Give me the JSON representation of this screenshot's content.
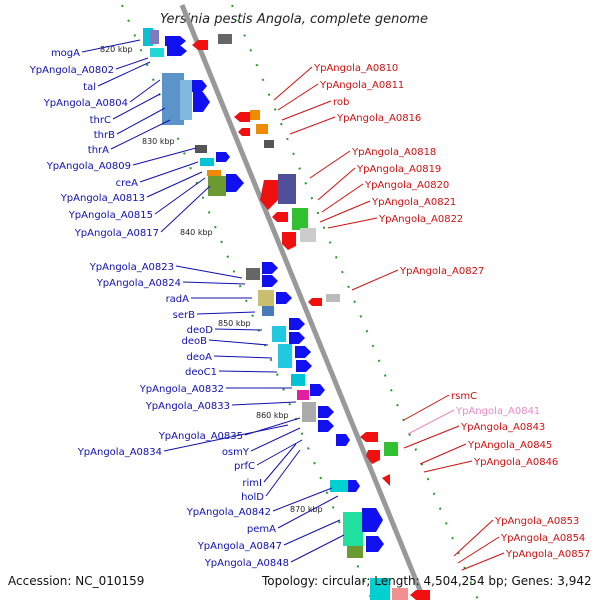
{
  "title": "Yersinia pestis Angola, complete genome",
  "footer": {
    "accession": "Accession: NC_010159",
    "summary": "Topology: circular; Length: 4,504,254 bp; Genes: 3,942"
  },
  "kbp_markers": [
    "820 kbp",
    "830 kbp",
    "840 kbp",
    "850 kbp",
    "860 kbp",
    "870 kbp"
  ],
  "left_labels": [
    "mogA",
    "YpAngola_A0802",
    "tal",
    "YpAngola_A0804",
    "thrC",
    "thrB",
    "thrA",
    "YpAngola_A0809",
    "creA",
    "YpAngola_A0813",
    "YpAngola_A0815",
    "YpAngola_A0817",
    "YpAngola_A0823",
    "YpAngola_A0824",
    "radA",
    "serB",
    "deoD",
    "deoB",
    "deoA",
    "deoC1",
    "YpAngola_A0832",
    "YpAngola_A0833",
    "YpAngola_A0835",
    "YpAngola_A0834",
    "osmY",
    "prfC",
    "rimI",
    "holD",
    "YpAngola_A0842",
    "pemA",
    "YpAngola_A0847",
    "YpAngola_A0848"
  ],
  "right_labels": [
    "YpAngola_A0810",
    "YpAngola_A0811",
    "rob",
    "YpAngola_A0816",
    "YpAngola_A0818",
    "YpAngola_A0819",
    "YpAngola_A0820",
    "YpAngola_A0821",
    "YpAngola_A0822",
    "YpAngola_A0827",
    "rsmC",
    "YpAngola_A0841",
    "YpAngola_A0843",
    "YpAngola_A0845",
    "YpAngola_A0846",
    "YpAngola_A0853",
    "YpAngola_A0854",
    "YpAngola_A0857"
  ],
  "colors": {
    "backbone": "#999999",
    "left_label": "#1010b0",
    "right_label": "#d01010",
    "rna_label": "#ee88cc",
    "forward_strand_gene": "#1010f0",
    "reverse_strand_gene": "#f01010",
    "tick": "#2a9a2a"
  }
}
